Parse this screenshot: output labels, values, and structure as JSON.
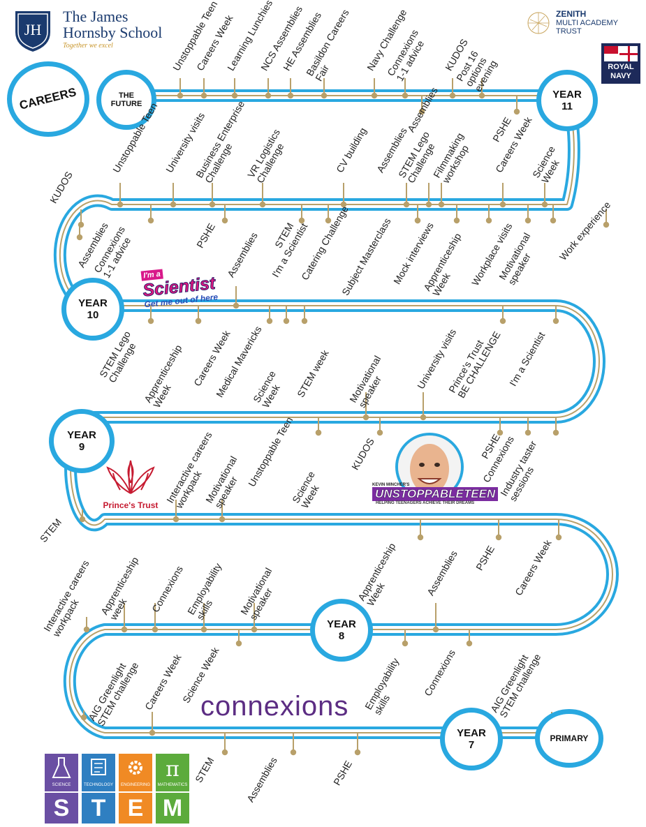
{
  "school": {
    "name": "The James\nHornsby School",
    "motto": "Together we excel",
    "crest_initials": "JH"
  },
  "zenith": {
    "title": "ZENITH",
    "line1": "MULTI ACADEMY",
    "line2": "TRUST"
  },
  "navy": {
    "line1": "ROYAL",
    "line2": "NAVY"
  },
  "careers_badge": "CAREERS",
  "colors": {
    "road": "#29a8e0",
    "center_line": "#b8a06a",
    "navy_blue": "#1a3a6e"
  },
  "nodes": {
    "future": "THE\nFUTURE",
    "year11": "YEAR\n11",
    "year10": "YEAR\n10",
    "year9": "YEAR\n9",
    "year8": "YEAR\n8",
    "year7": "YEAR\n7",
    "primary": "PRIMARY"
  },
  "logos": {
    "scientist_top": "I'm a",
    "scientist_big": "Scientist",
    "scientist_small": "Get me out of here",
    "princes_trust": "Prince's Trust",
    "unstoppable_top": "KEVIN MINCHER'S",
    "unstoppable_name": "UNSTOPPABLETEEN",
    "unstoppable_tag": "HELPING TEENAGERS ACHIEVE THEIR DREAMS",
    "connexions": "connexions",
    "stem_tiles": [
      "SCIENCE",
      "TECHNOLOGY",
      "ENGINEERING",
      "MATHEMATICS"
    ],
    "stem_letters": [
      "S",
      "T",
      "E",
      "M"
    ],
    "stem_colors": [
      "#6a4fa3",
      "#2f7fc1",
      "#f08a24",
      "#5cab3c"
    ]
  },
  "labels": [
    {
      "text": "Unstoppable Teen"
    },
    {
      "text": "Careers Week"
    },
    {
      "text": "Learning Lunchies"
    },
    {
      "text": "NCS Assemblies"
    },
    {
      "text": "HE Assemblies"
    },
    {
      "text": "Basildon Careers\nFair"
    },
    {
      "text": "Navy Challenge"
    },
    {
      "text": "Connexions\n1-1 advice"
    },
    {
      "text": "KUDOS"
    },
    {
      "text": "Post 16\noptions\nevening"
    },
    {
      "text": "Assemblies"
    },
    {
      "text": "PSHE"
    },
    {
      "text": "Unstoppable Teen"
    },
    {
      "text": "University visits"
    },
    {
      "text": "Business Enterprise\nChallenge"
    },
    {
      "text": "VR Logistics\nChallenge"
    },
    {
      "text": "CV building"
    },
    {
      "text": "Assemblies"
    },
    {
      "text": "STEM Lego\nChallenge"
    },
    {
      "text": "Filmmaking\nworkshop"
    },
    {
      "text": "Careers Week"
    },
    {
      "text": "Science\nWeek"
    },
    {
      "text": "KUDOS"
    },
    {
      "text": "Assemblies"
    },
    {
      "text": "Connexions\n1-1 advice"
    },
    {
      "text": "PSHE"
    },
    {
      "text": "STEM"
    },
    {
      "text": "I'm a Scientist"
    },
    {
      "text": "Catering Challenge"
    },
    {
      "text": "Subject Masterclass"
    },
    {
      "text": "Mock interviews"
    },
    {
      "text": "Apprenticeship\nWeek"
    },
    {
      "text": "Workplace visits"
    },
    {
      "text": "Motivational\nspeaker"
    },
    {
      "text": "Work experience"
    },
    {
      "text": "Assemblies"
    },
    {
      "text": "STEM Lego\nChallenge"
    },
    {
      "text": "Apprenticeship\nWeek"
    },
    {
      "text": "Careers Week"
    },
    {
      "text": "Medical Mavericks"
    },
    {
      "text": "Science\nWeek"
    },
    {
      "text": "STEM week"
    },
    {
      "text": "Motivational\nspeaker"
    },
    {
      "text": "University visits"
    },
    {
      "text": "Prince's Trust\nBE CHALLENGE"
    },
    {
      "text": "I'm a Scientist"
    },
    {
      "text": "Interactive careers\nworkpack"
    },
    {
      "text": "Motivational\nspeaker"
    },
    {
      "text": "Unstoppable Teen"
    },
    {
      "text": "Science\nWeek"
    },
    {
      "text": "KUDOS"
    },
    {
      "text": "PSHE"
    },
    {
      "text": "Connexions"
    },
    {
      "text": "Industry taster\nsessions"
    },
    {
      "text": "STEM"
    },
    {
      "text": "Apprenticeship\nWeek"
    },
    {
      "text": "Assemblies"
    },
    {
      "text": "PSHE"
    },
    {
      "text": "Careers Week"
    },
    {
      "text": "Interactive careers\nworkpack"
    },
    {
      "text": "Apprenticeship\nweek"
    },
    {
      "text": "Connexions"
    },
    {
      "text": "Employability\nskills"
    },
    {
      "text": "Motivational\nspeaker"
    },
    {
      "text": "AIG Greenlight\nSTEM challenge"
    },
    {
      "text": "Careers Week"
    },
    {
      "text": "Science Week"
    },
    {
      "text": "Employability\nskills"
    },
    {
      "text": "Connexions"
    },
    {
      "text": "AIG Greenlight\nSTEM challenge"
    },
    {
      "text": "STEM"
    },
    {
      "text": "Assemblies"
    },
    {
      "text": "PSHE"
    }
  ]
}
